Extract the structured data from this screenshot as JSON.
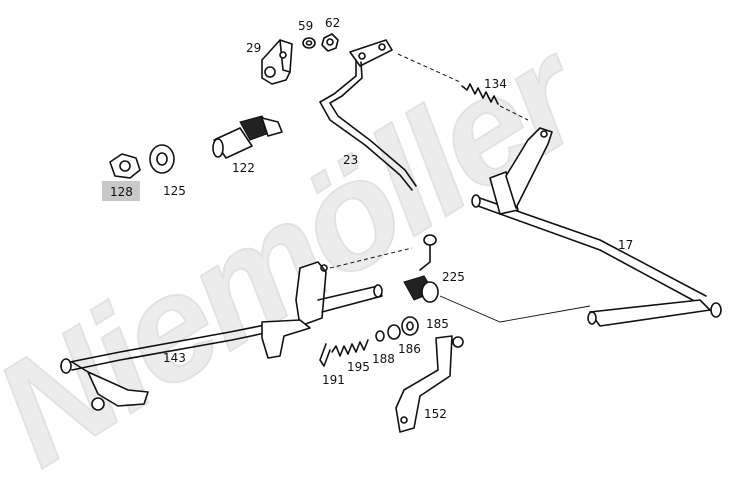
{
  "diagram": {
    "highlighted_part": "128",
    "labels": [
      {
        "id": "29",
        "text": "29"
      },
      {
        "id": "59",
        "text": "59"
      },
      {
        "id": "62",
        "text": "62"
      },
      {
        "id": "134",
        "text": "134"
      },
      {
        "id": "128",
        "text": "128"
      },
      {
        "id": "125",
        "text": "125"
      },
      {
        "id": "122",
        "text": "122"
      },
      {
        "id": "23",
        "text": "23"
      },
      {
        "id": "17",
        "text": "17"
      },
      {
        "id": "225",
        "text": "225"
      },
      {
        "id": "185",
        "text": "185"
      },
      {
        "id": "186",
        "text": "186"
      },
      {
        "id": "188",
        "text": "188"
      },
      {
        "id": "195",
        "text": "195"
      },
      {
        "id": "191",
        "text": "191"
      },
      {
        "id": "143",
        "text": "143"
      },
      {
        "id": "152",
        "text": "152"
      }
    ],
    "watermark": "Niemöller",
    "colors": {
      "line": "#111111",
      "highlight": "#c8c8c8",
      "watermark": "#ececec"
    }
  }
}
